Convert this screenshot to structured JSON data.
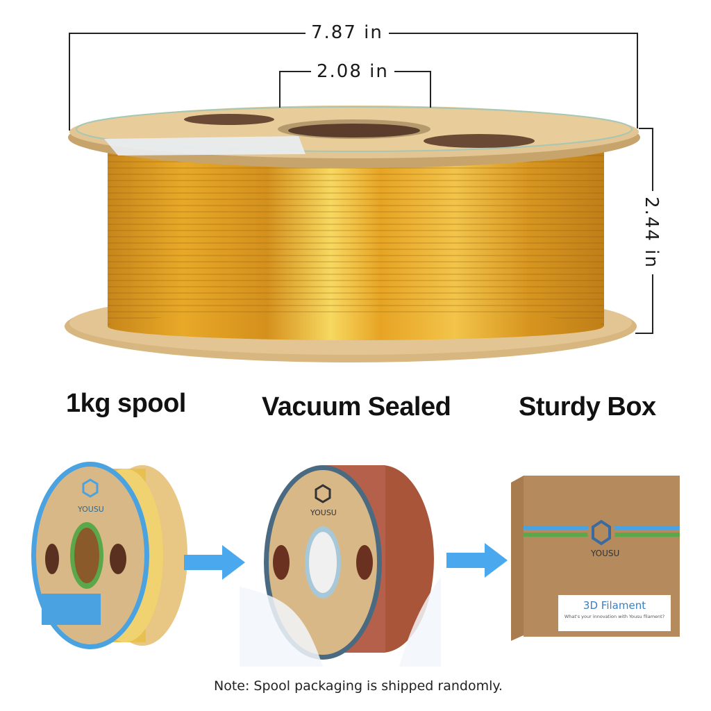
{
  "dimensions": {
    "diameter": "7.87 in",
    "hub_width": "2.08 in",
    "height": "2.44 in"
  },
  "features": {
    "spool": "1kg spool",
    "sealed": "Vacuum Sealed",
    "box": "Sturdy Box"
  },
  "brand": {
    "name": "YOUSU"
  },
  "box_sticker": {
    "title": "3D Filament",
    "tagline": "What's your innovation with Yousu filament?"
  },
  "note": "Note: Spool packaging is shipped randomly.",
  "colors": {
    "filament_gold": "#e3a21e",
    "cardboard": "#d9b887",
    "spool_blue": "#4aa3e0",
    "arrow_blue": "#4aa8ee",
    "box_brown": "#b58a5c",
    "brand_green": "#5aa84a"
  }
}
